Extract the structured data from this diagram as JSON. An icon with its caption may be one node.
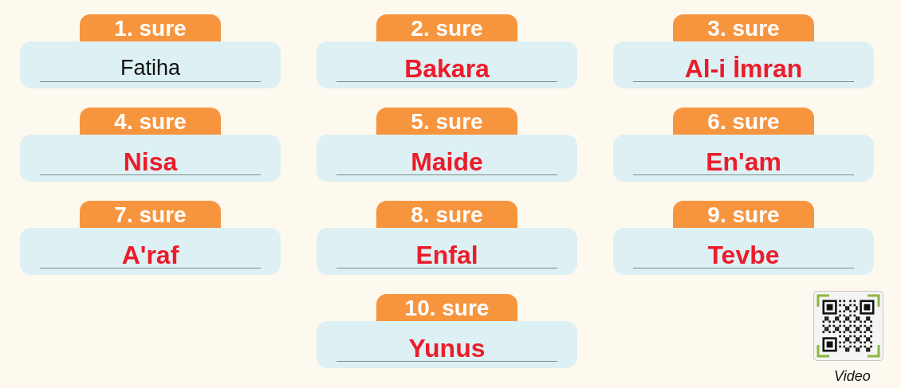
{
  "diagram": {
    "nodes": [
      {
        "text": [
          "1. sure"
        ]
      },
      {
        "text": [
          "Fatiha"
        ]
      },
      {
        "text": [
          "2. sure"
        ]
      },
      {
        "text": [
          "Bakara"
        ]
      },
      {
        "text": [
          "3. sure"
        ]
      },
      {
        "text": [
          "Al-i İmran"
        ]
      },
      {
        "text": [
          "4. sure"
        ]
      },
      {
        "text": [
          "Nisa"
        ]
      },
      {
        "text": [
          "5. sure"
        ]
      },
      {
        "text": [
          "Maide"
        ]
      },
      {
        "text": [
          "6. sure"
        ]
      },
      {
        "text": [
          "En'am"
        ]
      },
      {
        "text": [
          "7. sure"
        ]
      },
      {
        "text": [
          "A'raf"
        ]
      },
      {
        "text": [
          "8. sure"
        ]
      },
      {
        "text": [
          "Enfal"
        ]
      },
      {
        "text": [
          "9. sure"
        ]
      },
      {
        "text": [
          "Tevbe"
        ]
      },
      {
        "text": [
          "10. sure"
        ]
      },
      {
        "text": [
          "Yunus"
        ]
      }
    ],
    "labels": [
      "Video"
    ]
  }
}
